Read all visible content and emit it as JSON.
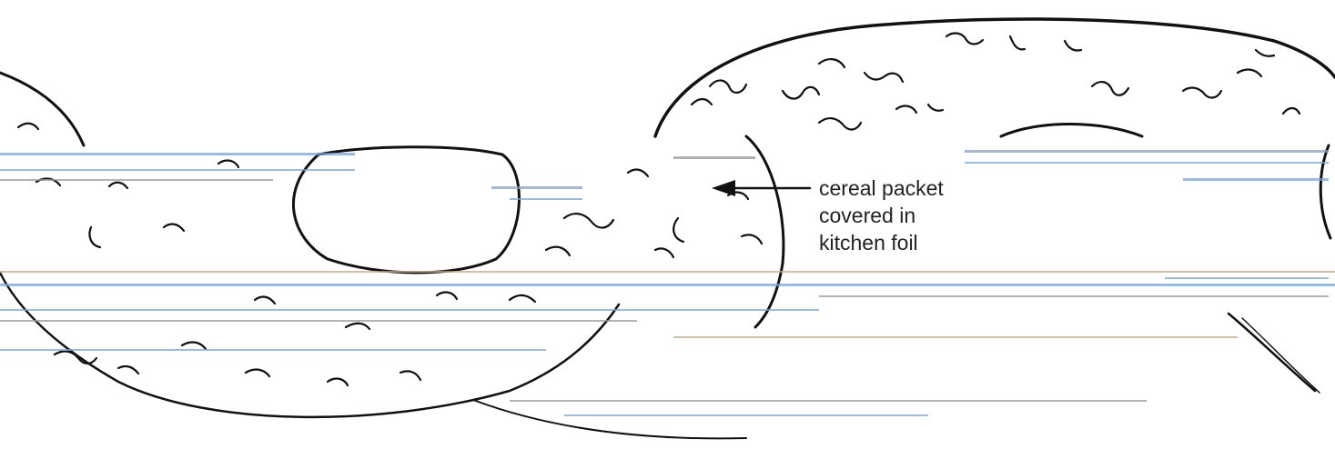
{
  "annotation": {
    "lines": [
      "cereal packet",
      "covered in",
      "kitchen foil"
    ]
  },
  "colors": {
    "ink": "#111111",
    "scanline_blue": "#7fa3d6",
    "scanline_grey": "#9a9a9a",
    "scanline_tan": "#c9a98a"
  }
}
